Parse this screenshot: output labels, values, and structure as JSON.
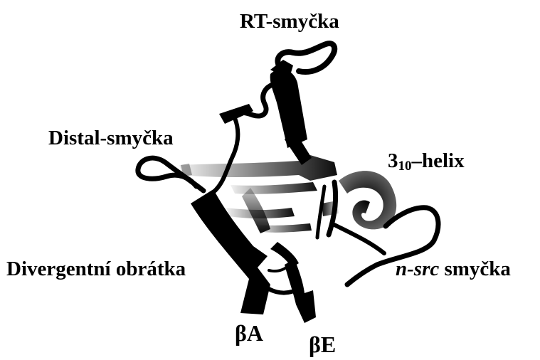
{
  "figure": {
    "labels": {
      "rt_loop": "RT-smyčka",
      "distal_loop": "Distal-smyčka",
      "helix_number": "3",
      "helix_subscript": "10",
      "helix_suffix": "–helix",
      "divergent_turn": "Divergentní obrátka",
      "nsrc_italic": "n-src",
      "nsrc_suffix": " smyčka",
      "beta_a": "βA",
      "beta_e": "βE"
    },
    "colors": {
      "ribbon": "#000000",
      "background": "#ffffff"
    }
  }
}
